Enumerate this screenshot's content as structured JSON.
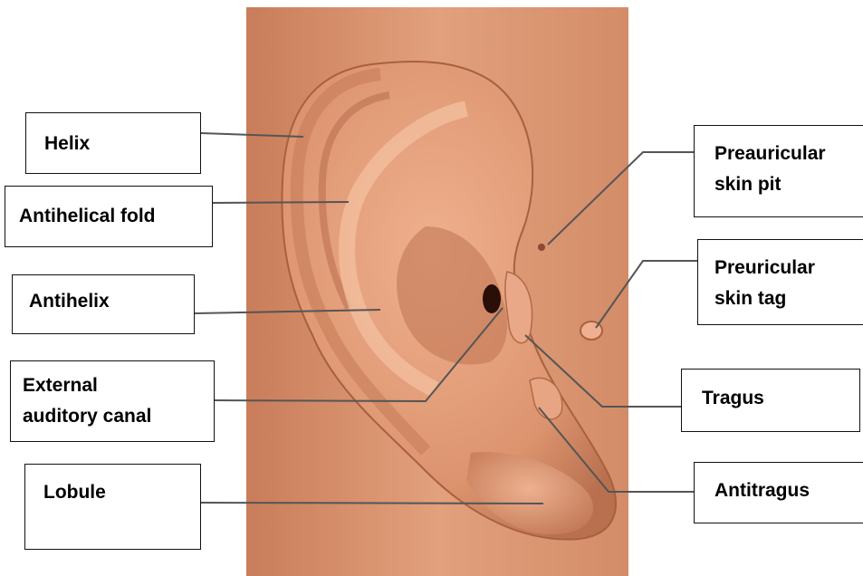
{
  "labels": {
    "helix": "Helix",
    "antihelical_fold": "Antihelical fold",
    "antihelix": "Antihelix",
    "external_canal_line1": "External",
    "external_canal_line2": "auditory canal",
    "lobule": "Lobule",
    "preauricular_pit_line1": "Preauricular",
    "preauricular_pit_line2": "skin pit",
    "preauricular_tag_line1": "Preuricular",
    "preauricular_tag_line2": "skin tag",
    "tragus": "Tragus",
    "antitragus": "Antitragus"
  },
  "colors": {
    "skin_background": "#d9906c",
    "leader_line": "#555555",
    "label_border": "#111111"
  }
}
